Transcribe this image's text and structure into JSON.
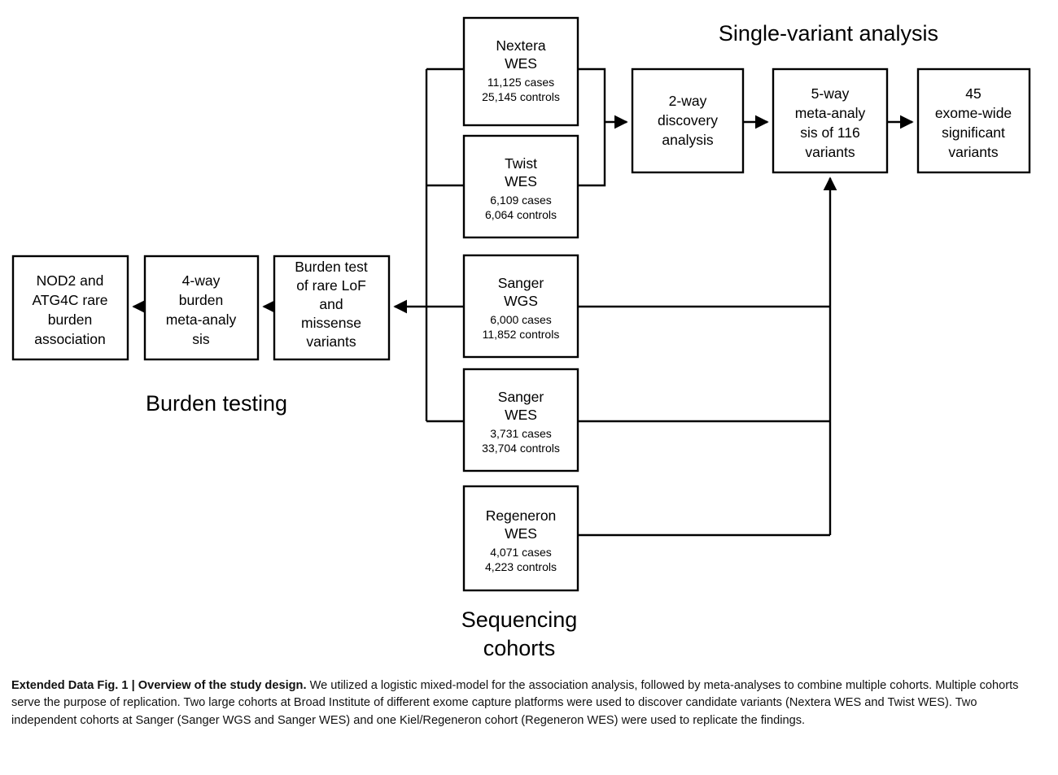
{
  "figure": {
    "sections": {
      "single_variant": "Single-variant analysis",
      "burden_testing": "Burden testing",
      "sequencing_cohorts_line1": "Sequencing",
      "sequencing_cohorts_line2": "cohorts"
    },
    "cohorts": [
      {
        "id": "nextera-wes",
        "name_line1": "Nextera",
        "name_line2": "WES",
        "cases": "11,125 cases",
        "controls": "25,145 controls"
      },
      {
        "id": "twist-wes",
        "name_line1": "Twist",
        "name_line2": "WES",
        "cases": "6,109 cases",
        "controls": "6,064 controls"
      },
      {
        "id": "sanger-wgs",
        "name_line1": "Sanger",
        "name_line2": "WGS",
        "cases": "6,000 cases",
        "controls": "11,852 controls"
      },
      {
        "id": "sanger-wes",
        "name_line1": "Sanger",
        "name_line2": "WES",
        "cases": "3,731 cases",
        "controls": "33,704 controls"
      },
      {
        "id": "regeneron-wes",
        "name_line1": "Regeneron",
        "name_line2": "WES",
        "cases": "4,071 cases",
        "controls": "4,223 controls"
      }
    ],
    "single_variant_boxes": [
      {
        "id": "two-way-discovery",
        "lines": [
          "2-way",
          "discovery",
          "analysis"
        ]
      },
      {
        "id": "five-way-meta",
        "lines": [
          "5-way",
          "meta-analy",
          "sis of 116",
          "variants"
        ]
      },
      {
        "id": "exome-wide-significant",
        "lines": [
          "45",
          "exome-wide",
          "significant",
          "variants"
        ]
      }
    ],
    "burden_boxes": [
      {
        "id": "burden-association",
        "lines": [
          "NOD2 and",
          "ATG4C rare",
          "burden",
          "association"
        ],
        "italic_lines": [
          {
            "italic": "NOD2",
            "rest": " and"
          },
          {
            "italic": "ATG4C",
            "rest": " rare"
          },
          {
            "italic": "",
            "rest": "burden"
          },
          {
            "italic": "",
            "rest": "association"
          }
        ]
      },
      {
        "id": "four-way-burden-meta",
        "lines": [
          "4-way",
          "burden",
          "meta-analy",
          "sis"
        ]
      },
      {
        "id": "burden-test",
        "lines": [
          "Burden test",
          "of rare LoF",
          "and",
          "missense",
          "variants"
        ]
      }
    ],
    "caption": {
      "bold_prefix": "Extended Data Fig. 1 | Overview of the study design.",
      "body": " We utilized a logistic mixed-model for the association analysis, followed by meta-analyses to combine multiple cohorts. Multiple cohorts serve the purpose of replication. Two large cohorts at Broad Institute of different exome capture platforms were used to discover candidate variants (Nextera WES and Twist WES). Two independent cohorts at Sanger (Sanger WGS and Sanger WES) and one Kiel/Regeneron cohort (Regeneron WES) were used to replicate the findings."
    },
    "colors": {
      "line": "#000000",
      "box_fill": "#ffffff",
      "text": "#000000"
    }
  }
}
